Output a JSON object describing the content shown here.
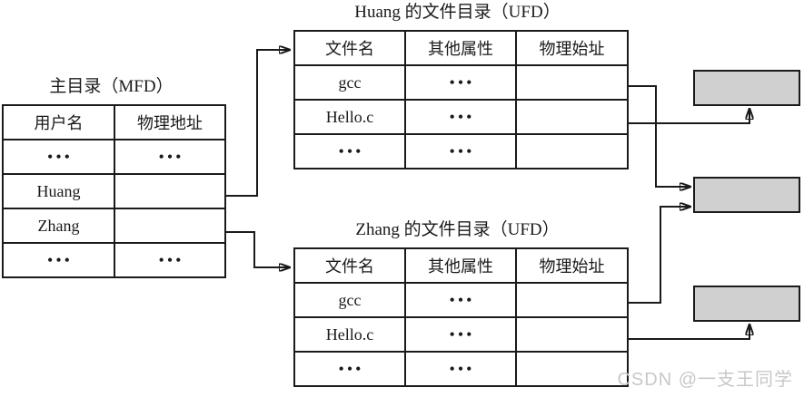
{
  "mfd": {
    "title": "主目录（MFD）",
    "headers": [
      "用户名",
      "物理地址"
    ],
    "rows": [
      [
        "•••",
        "•••"
      ],
      [
        "Huang",
        ""
      ],
      [
        "Zhang",
        ""
      ],
      [
        "•••",
        "•••"
      ]
    ]
  },
  "ufd_huang": {
    "title": "Huang 的文件目录（UFD）",
    "headers": [
      "文件名",
      "其他属性",
      "物理始址"
    ],
    "rows": [
      [
        "gcc",
        "•••",
        ""
      ],
      [
        "Hello.c",
        "•••",
        ""
      ],
      [
        "•••",
        "•••",
        ""
      ]
    ]
  },
  "ufd_zhang": {
    "title": "Zhang 的文件目录（UFD）",
    "headers": [
      "文件名",
      "其他属性",
      "物理始址"
    ],
    "rows": [
      [
        "gcc",
        "•••",
        ""
      ],
      [
        "Hello.c",
        "•••",
        ""
      ],
      [
        "•••",
        "•••",
        ""
      ]
    ]
  },
  "disk_blocks": [
    "block-top",
    "block-middle",
    "block-bottom"
  ],
  "connections": [
    {
      "from": "mfd.Huang",
      "to": "ufd_huang"
    },
    {
      "from": "mfd.Zhang",
      "to": "ufd_zhang"
    },
    {
      "from": "ufd_huang.gcc",
      "to": "block-middle"
    },
    {
      "from": "ufd_huang.Hello.c",
      "to": "block-top"
    },
    {
      "from": "ufd_zhang.gcc",
      "to": "block-middle"
    },
    {
      "from": "ufd_zhang.Hello.c",
      "to": "block-bottom"
    }
  ],
  "colors": {
    "line": "#1a1a1a",
    "block_fill": "#d0d0d0",
    "watermark": "#c8c8c8"
  },
  "watermark": "CSDN @一支王同学"
}
